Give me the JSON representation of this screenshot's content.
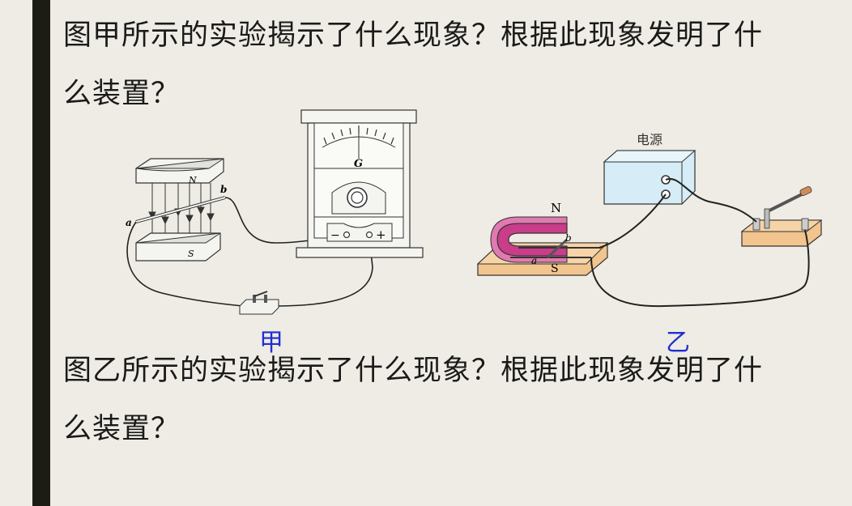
{
  "question_1": {
    "line_1": "图甲所示的实验揭示了什么现象？根据此现象发明了什",
    "line_2": "么装置？"
  },
  "question_2": {
    "line_1": "图乙所示的实验揭示了什么现象？根据此现象发明了什",
    "line_2": "么装置？"
  },
  "figure_jia": {
    "caption": "甲",
    "magnet_north": "N",
    "magnet_south": "S",
    "wire_end_a": "a",
    "wire_end_b": "b",
    "galvanometer_symbol": "G",
    "terminal_minus": "−",
    "terminal_plus": "+"
  },
  "figure_yi": {
    "caption": "乙",
    "power_supply_label": "电源",
    "magnet_north": "N",
    "magnet_south": "S",
    "rod_end_a": "a",
    "rod_end_b": "b"
  },
  "colors": {
    "background": "#eeece4",
    "accent_bar": "#1c1c14",
    "caption_blue": "#1f2fd0",
    "magnet_pink": "#c93d8a",
    "power_box": "#d6ecf6",
    "wood_base": "#f2c48e"
  }
}
